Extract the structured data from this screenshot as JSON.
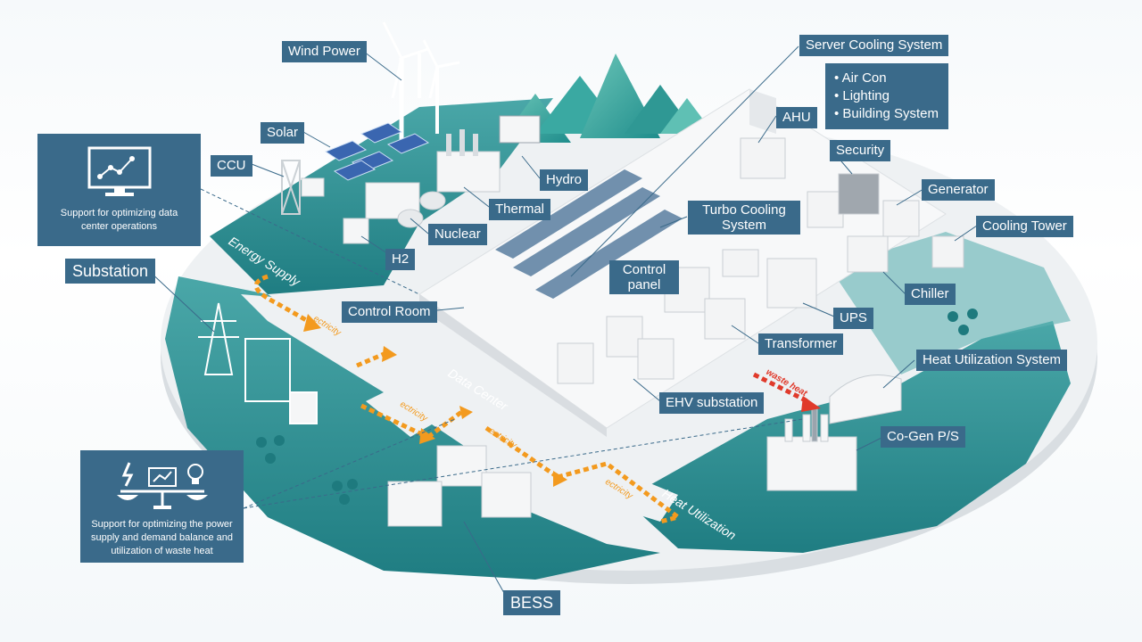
{
  "labels": {
    "wind_power": "Wind Power",
    "solar": "Solar",
    "ccu": "CCU",
    "hydro": "Hydro",
    "thermal": "Thermal",
    "nuclear": "Nuclear",
    "h2": "H2",
    "server_cooling": "Server Cooling System",
    "server_cooling_items": [
      "• Air Con",
      "• Lighting",
      "• Building System"
    ],
    "ahu": "AHU",
    "security": "Security",
    "generator": "Generator",
    "turbo_cooling": "Turbo Cooling System",
    "cooling_tower": "Cooling Tower",
    "control_panel": "Control panel",
    "chiller": "Chiller",
    "control_room": "Control Room",
    "ups": "UPS",
    "transformer": "Transformer",
    "substation": "Substation",
    "heat_utilization_system": "Heat Utilization System",
    "ehv_substation": "EHV substation",
    "cogen": "Co-Gen P/S",
    "bess": "BESS"
  },
  "info_boxes": {
    "datacenter_ops": "Support for optimizing data center operations",
    "power_balance": "Support for optimizing the power supply and demand balance and utilization of waste heat"
  },
  "zones": {
    "energy_supply": "Energy Supply",
    "data_center": "Data Center",
    "heat_utilization": "Heat Utilization"
  },
  "flows": {
    "electricity_1": "ectricity",
    "electricity_2": "ectricity",
    "electricity_3": "ectricity",
    "electricity_4": "ectricity",
    "waste_heat": "waste heat"
  },
  "colors": {
    "teal": "#2e8f92",
    "teal_light": "#5fb3b3",
    "label_bg": "#3a6a8a",
    "flow_orange": "#f39a1e",
    "waste_heat_red": "#e03a2b",
    "platform": "#e6e9ec"
  }
}
